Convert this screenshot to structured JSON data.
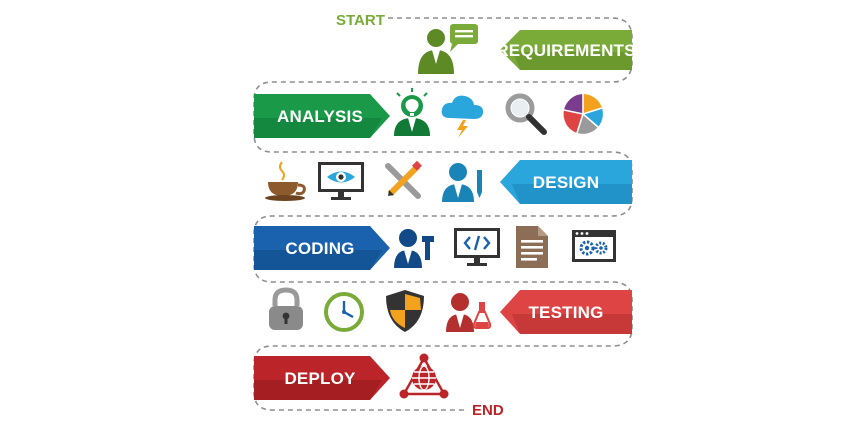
{
  "markers": {
    "start": "START",
    "end": "END"
  },
  "stages": [
    {
      "label": "REQUIREMENTS",
      "color": "#7aab39",
      "shade": "#5e8a26"
    },
    {
      "label": "ANALYSIS",
      "color": "#1a9a48",
      "shade": "#117a36"
    },
    {
      "label": "DESIGN",
      "color": "#2ba6dd",
      "shade": "#1b84b6"
    },
    {
      "label": "CODING",
      "color": "#1a62ad",
      "shade": "#114a87"
    },
    {
      "label": "TESTING",
      "color": "#de4443",
      "shade": "#b4302f"
    },
    {
      "label": "DEPLOY",
      "color": "#bb2428",
      "shade": "#941a1d"
    }
  ],
  "icons": {
    "requirements": [
      "person-speech-icon"
    ],
    "analysis": [
      "person-lightbulb-icon",
      "cloud-lightning-icon",
      "magnifier-icon",
      "pie-chart-icon"
    ],
    "design": [
      "coffee-cup-icon",
      "monitor-eye-icon",
      "pencil-brush-icon",
      "person-pencil-icon"
    ],
    "coding": [
      "person-hammer-icon",
      "monitor-code-icon",
      "document-icon",
      "browser-gears-icon"
    ],
    "testing": [
      "padlock-icon",
      "clock-icon",
      "shield-icon",
      "person-flask-icon"
    ],
    "deploy": [
      "network-icon"
    ]
  }
}
